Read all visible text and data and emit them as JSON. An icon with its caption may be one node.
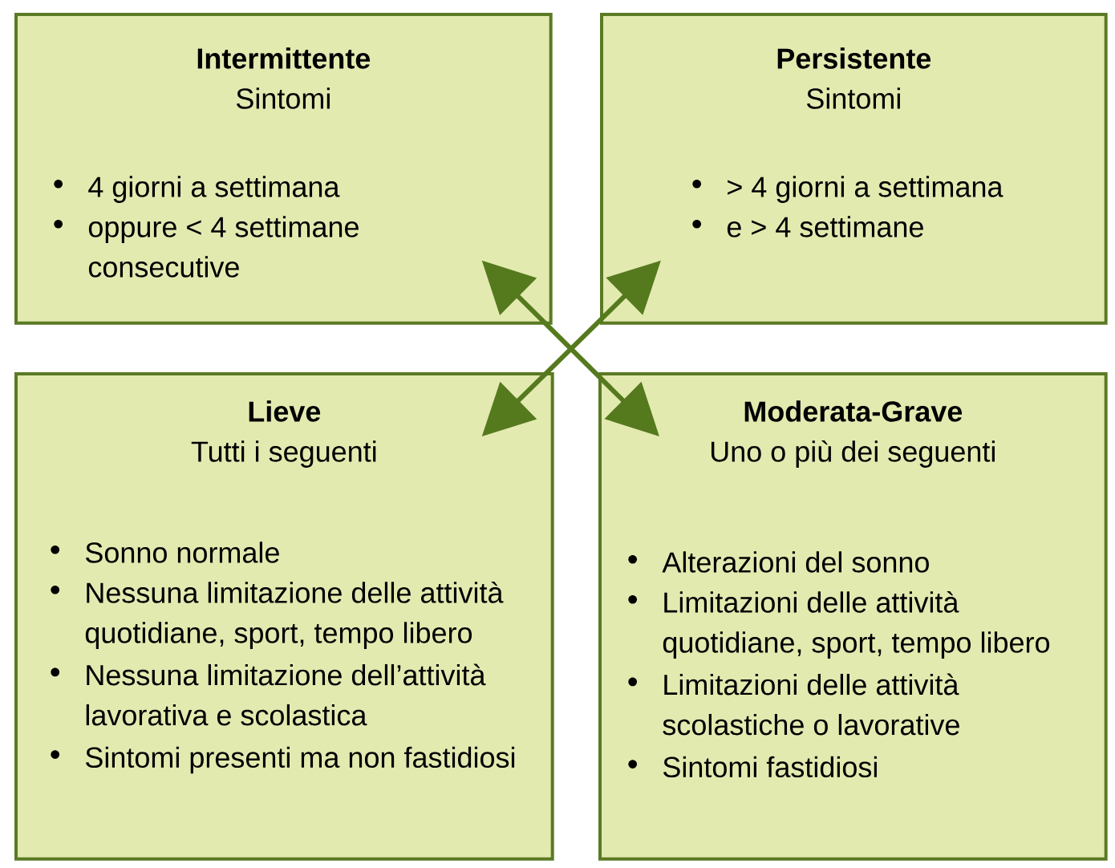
{
  "diagram": {
    "nodes": [
      {
        "text": [
          "Intermittente",
          "Sintomi",
          "4 giorni a settimana",
          "oppure < 4 settimane consecutive"
        ]
      },
      {
        "text": [
          "Persistente",
          "Sintomi",
          "> 4 giorni a settimana",
          "e > 4 settimane"
        ]
      },
      {
        "text": [
          "Lieve",
          "Tutti i seguenti",
          "Sonno normale",
          "Nessuna limitazione delle attività quotidiane, sport, tempo libero",
          "Nessuna limitazione dell’attività lavorativa e scolastica",
          "Sintomi presenti ma non fastidiosi"
        ]
      },
      {
        "text": [
          "Moderata-Grave",
          "Uno o più dei seguenti",
          "Alterazioni del sonno",
          "Limitazioni delle attività quotidiane, sport, tempo libero",
          "Limitazioni delle attività scolastiche o lavorative",
          "Sintomi fastidiosi"
        ]
      }
    ],
    "edges": [
      {
        "from": 0,
        "to": 3,
        "arrow": "both"
      },
      {
        "from": 1,
        "to": 2,
        "arrow": "both"
      }
    ]
  }
}
